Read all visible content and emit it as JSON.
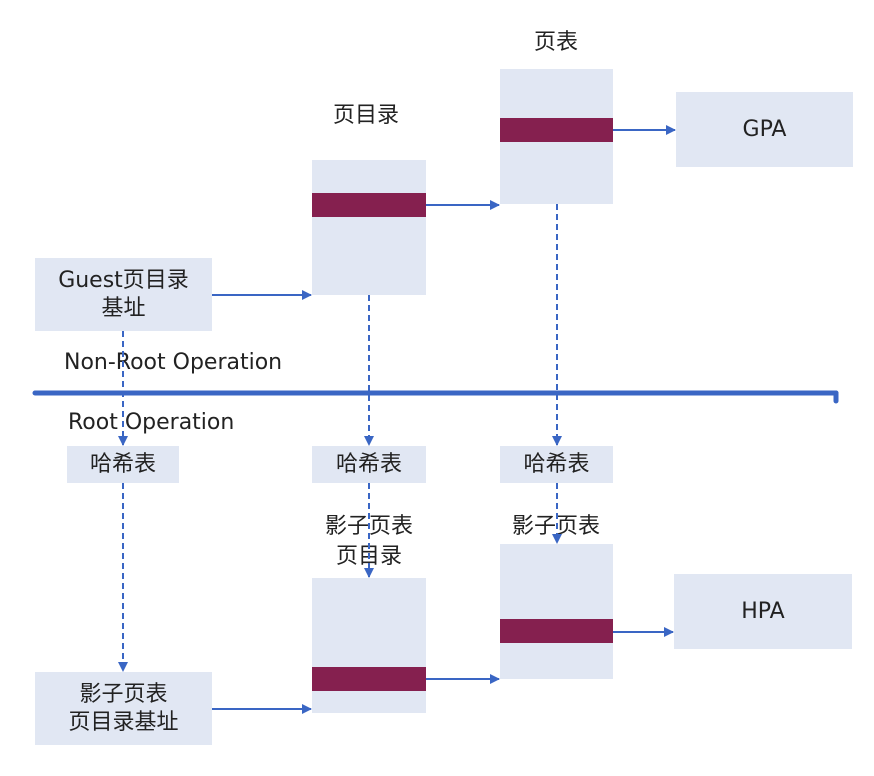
{
  "colors": {
    "box_fill": "#e1e7f3",
    "entry_bar": "#85204f",
    "arrow": "#3a66c4",
    "divider": "#3a66c4"
  },
  "labels": {
    "page_table_top": "页表",
    "page_directory_top": "页目录",
    "gpa": "GPA",
    "guest_pd_base_line1": "Guest页目录",
    "guest_pd_base_line2": "基址",
    "non_root": "Non-Root Operation",
    "root": "Root Operation",
    "hash_table_1": "哈希表",
    "hash_table_2": "哈希表",
    "hash_table_3": "哈希表",
    "shadow_pd_line1": "影子页表",
    "shadow_pd_line2": "页目录",
    "shadow_pt": "影子页表",
    "hpa": "HPA",
    "shadow_pd_base_line1": "影子页表",
    "shadow_pd_base_line2": "页目录基址"
  }
}
